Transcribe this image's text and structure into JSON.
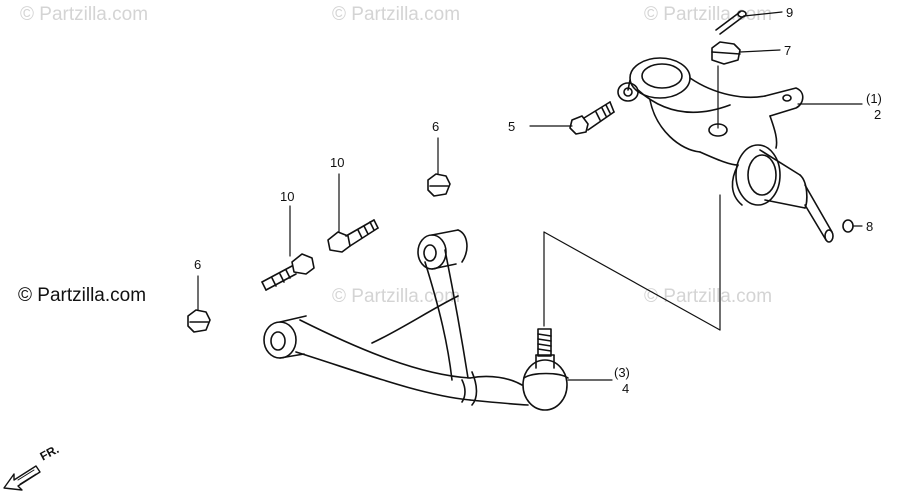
{
  "watermark": {
    "text": "© Partzilla.com"
  },
  "credit": {
    "text": "© Partzilla.com"
  },
  "direction": {
    "label": "FR."
  },
  "callouts": [
    {
      "id": "c9",
      "label": "9"
    },
    {
      "id": "c7",
      "label": "7"
    },
    {
      "id": "c1",
      "label": "(1)"
    },
    {
      "id": "c2",
      "label": "2"
    },
    {
      "id": "c5",
      "label": "5"
    },
    {
      "id": "c6a",
      "label": "6"
    },
    {
      "id": "c10a",
      "label": "10"
    },
    {
      "id": "c10b",
      "label": "10"
    },
    {
      "id": "c6b",
      "label": "6"
    },
    {
      "id": "c8",
      "label": "8"
    },
    {
      "id": "c3",
      "label": "(3)"
    },
    {
      "id": "c4",
      "label": "4"
    }
  ],
  "colors": {
    "ink": "#111111",
    "watermark": "#d4d4d4"
  }
}
